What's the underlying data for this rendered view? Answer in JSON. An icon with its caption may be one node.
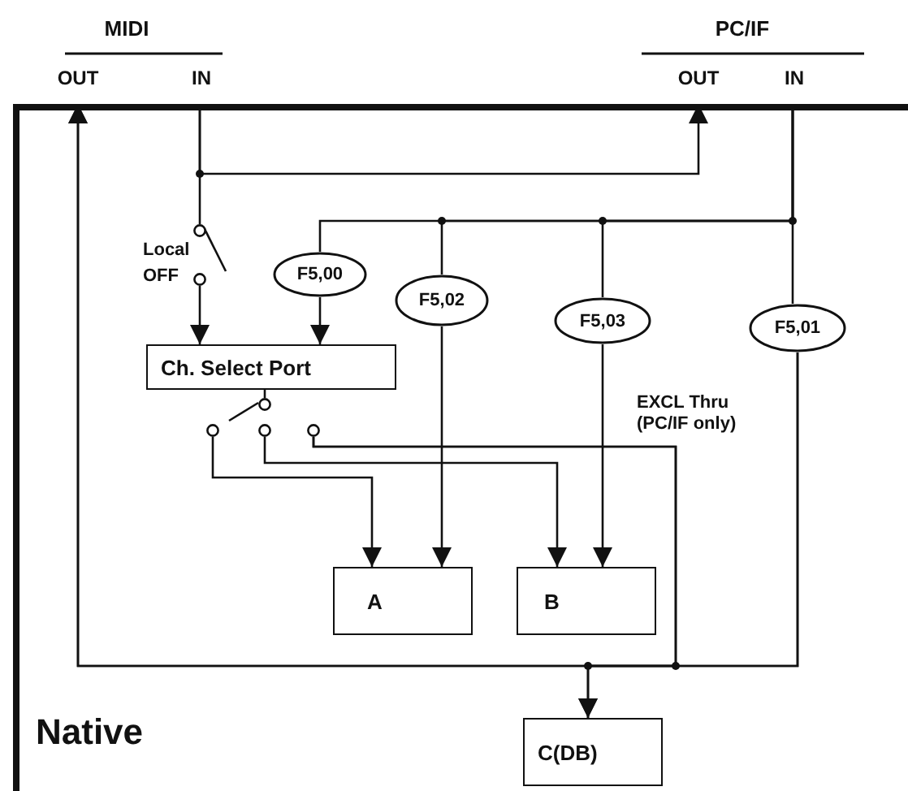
{
  "diagram": {
    "nodes": [
      {
        "text": [
          "OUT"
        ]
      },
      {
        "text": [
          "IN"
        ]
      },
      {
        "text": [
          "OUT"
        ]
      },
      {
        "text": [
          "IN"
        ]
      },
      {
        "text": [
          "Native"
        ]
      },
      {
        "text": [
          "Ch. Select Port"
        ],
        "in": 4
      },
      {
        "text": [
          "F5,00"
        ],
        "in": 4
      },
      {
        "text": [
          "F5,02"
        ],
        "in": 4
      },
      {
        "text": [
          "F5,03"
        ],
        "in": 4
      },
      {
        "text": [
          "F5,01"
        ],
        "in": 4
      },
      {
        "text": [
          "A"
        ],
        "in": 4
      },
      {
        "text": [
          "B"
        ],
        "in": 4
      },
      {
        "text": [
          "C(DB)"
        ],
        "in": 4
      },
      {
        "text": [],
        "shape": "circle",
        "in": 4
      },
      {
        "text": [],
        "shape": "circle",
        "in": 4
      },
      {
        "text": [],
        "shape": "circle",
        "in": 4
      },
      {
        "text": [],
        "shape": "circle",
        "in": 4
      },
      {
        "text": [],
        "shape": "circle",
        "in": 4
      },
      {
        "text": [],
        "shape": "circle",
        "in": 4
      }
    ],
    "edges": [
      {
        "from": 1,
        "to": 2,
        "arrow": "to"
      },
      {
        "from": 1,
        "to": 13,
        "arrow": "none"
      },
      {
        "from": 14,
        "to": 5,
        "arrow": "to"
      },
      {
        "from": 3,
        "to": 6,
        "arrow": "none"
      },
      {
        "from": 3,
        "to": 7,
        "arrow": "none"
      },
      {
        "from": 3,
        "to": 8,
        "arrow": "none"
      },
      {
        "from": 3,
        "to": 9,
        "arrow": "none"
      },
      {
        "from": 6,
        "to": 5,
        "arrow": "to"
      },
      {
        "from": 7,
        "to": 10,
        "arrow": "to"
      },
      {
        "from": 8,
        "to": 11,
        "arrow": "to"
      },
      {
        "from": 5,
        "to": 15,
        "arrow": "none"
      },
      {
        "from": 16,
        "to": 10,
        "arrow": "to"
      },
      {
        "from": 17,
        "to": 11,
        "arrow": "to"
      },
      {
        "from": 18,
        "to": 12,
        "arrow": "to"
      },
      {
        "from": 18,
        "to": 0,
        "arrow": "to"
      },
      {
        "from": 9,
        "to": 12,
        "arrow": "to"
      },
      {
        "from": 9,
        "to": 0,
        "arrow": "to"
      }
    ],
    "labels": [
      "MIDI",
      "PC/IF",
      "Local OFF",
      "EXCL Thru (PC/IF only)"
    ]
  }
}
